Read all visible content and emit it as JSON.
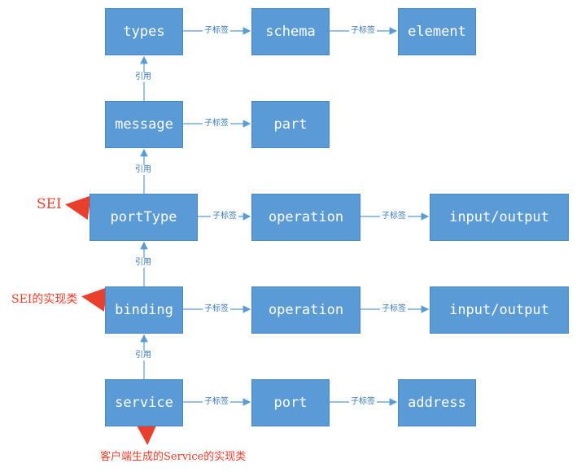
{
  "nodes": {
    "types": "types",
    "schema": "schema",
    "element": "element",
    "message": "message",
    "part": "part",
    "portType": "portType",
    "operation1": "operation",
    "io1": "input/output",
    "binding": "binding",
    "operation2": "operation",
    "io2": "input/output",
    "service": "service",
    "port": "port",
    "address": "address"
  },
  "edge_labels": {
    "child_tag": "子标签",
    "reference": "引用"
  },
  "annotations": {
    "sei": "SEI",
    "sei_impl": "SEI的实现类",
    "client_service": "客户端生成的Service的实现类"
  },
  "colors": {
    "node_fill": "#5b9bd5",
    "edge": "#5b9bd5",
    "annotation": "#e8402c"
  }
}
